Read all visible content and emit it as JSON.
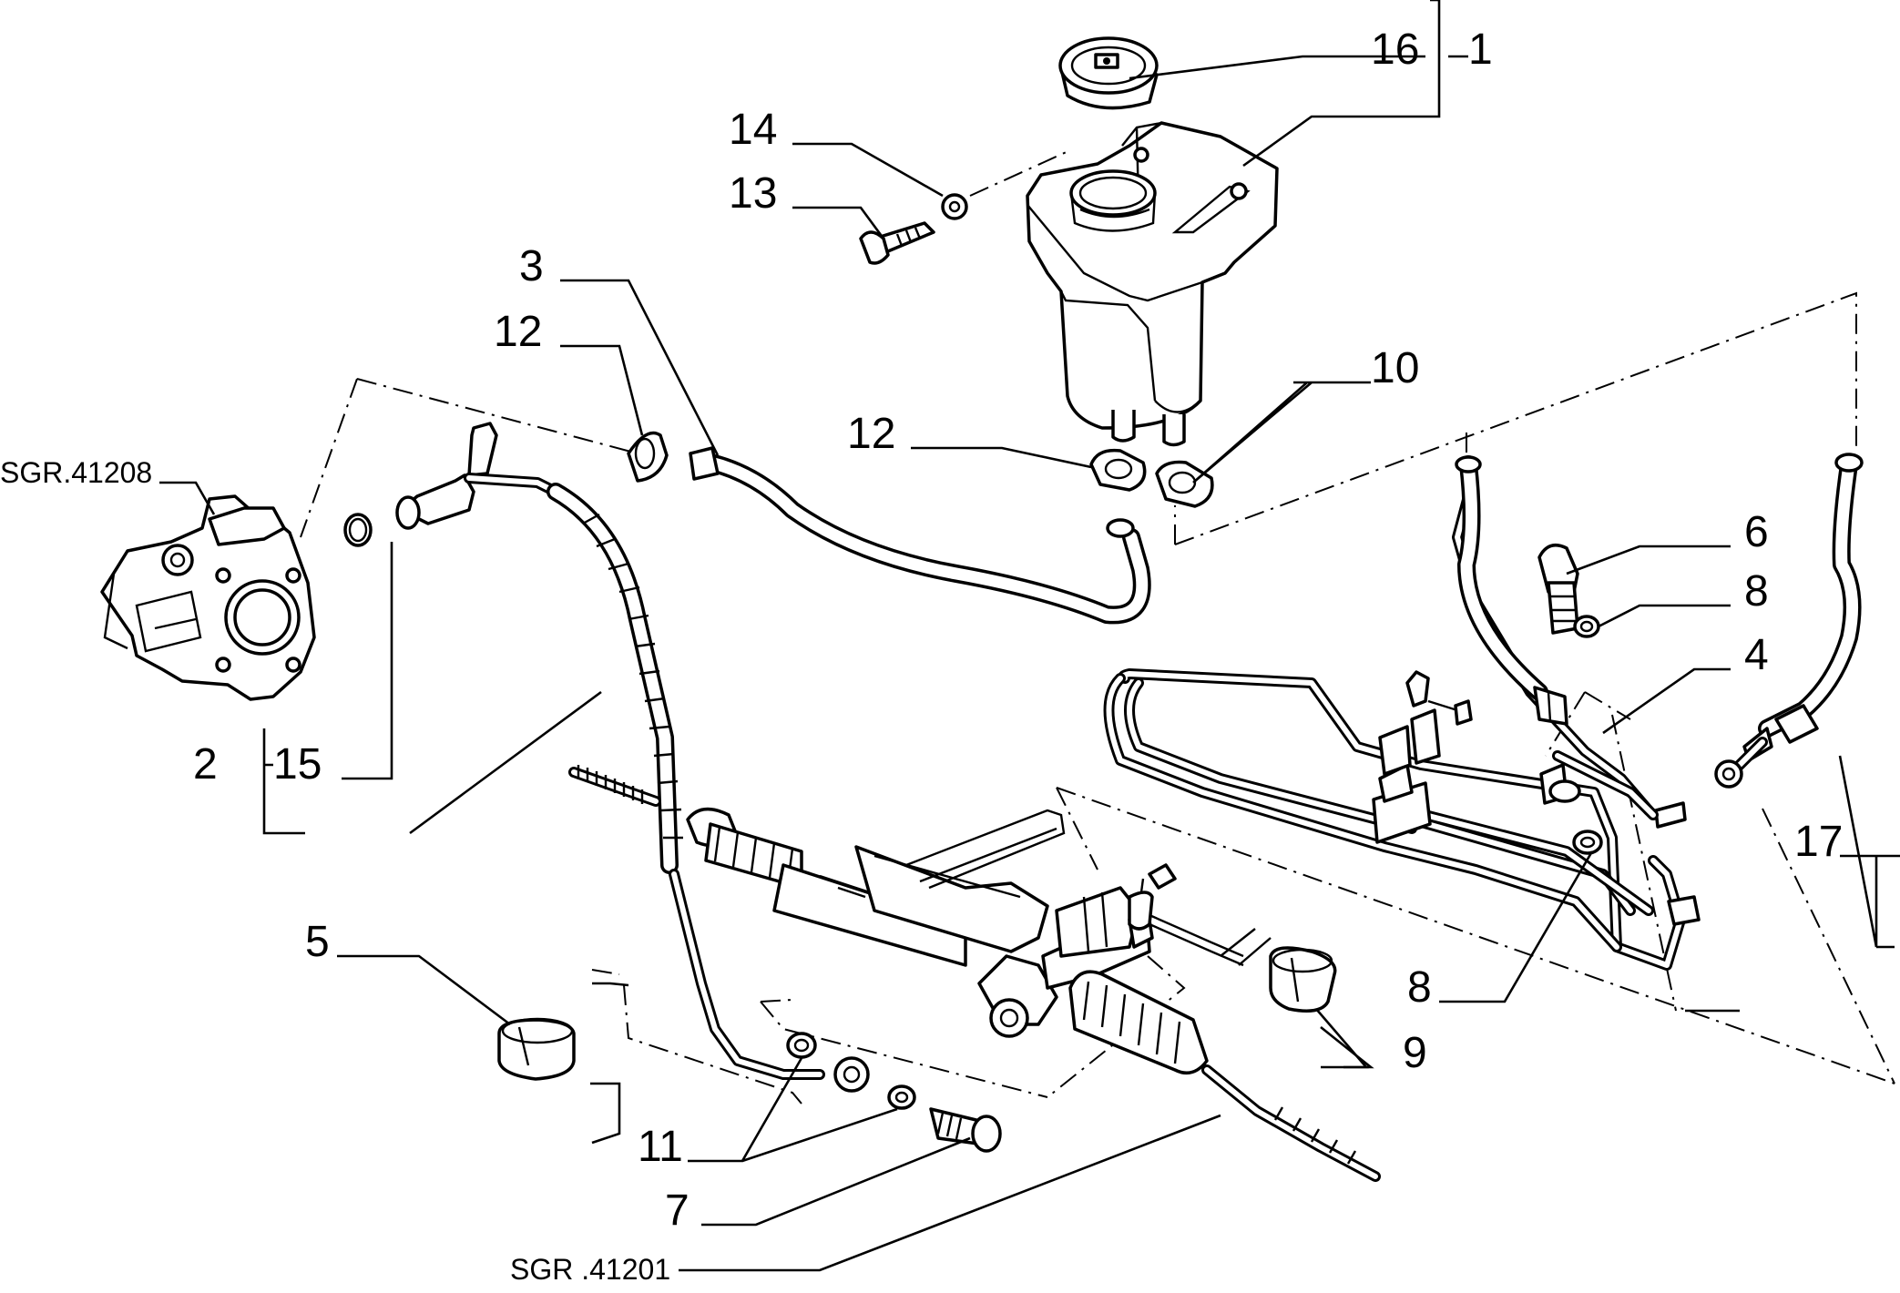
{
  "callouts": [
    {
      "id": "c16",
      "label": "16"
    },
    {
      "id": "c1",
      "label": "1"
    },
    {
      "id": "c14",
      "label": "14"
    },
    {
      "id": "c13",
      "label": "13"
    },
    {
      "id": "c3",
      "label": "3"
    },
    {
      "id": "c12a",
      "label": "12"
    },
    {
      "id": "c12b",
      "label": "12"
    },
    {
      "id": "c10",
      "label": "10"
    },
    {
      "id": "c6",
      "label": "6"
    },
    {
      "id": "c8a",
      "label": "8"
    },
    {
      "id": "c4",
      "label": "4"
    },
    {
      "id": "c2",
      "label": "2"
    },
    {
      "id": "c15",
      "label": "15"
    },
    {
      "id": "c5",
      "label": "5"
    },
    {
      "id": "c17",
      "label": "17"
    },
    {
      "id": "c8b",
      "label": "8"
    },
    {
      "id": "c9",
      "label": "9"
    },
    {
      "id": "c11",
      "label": "11"
    },
    {
      "id": "c7",
      "label": "7"
    }
  ],
  "references": {
    "pump": "SGR.41208",
    "steering_rack": "SGR .41201"
  }
}
